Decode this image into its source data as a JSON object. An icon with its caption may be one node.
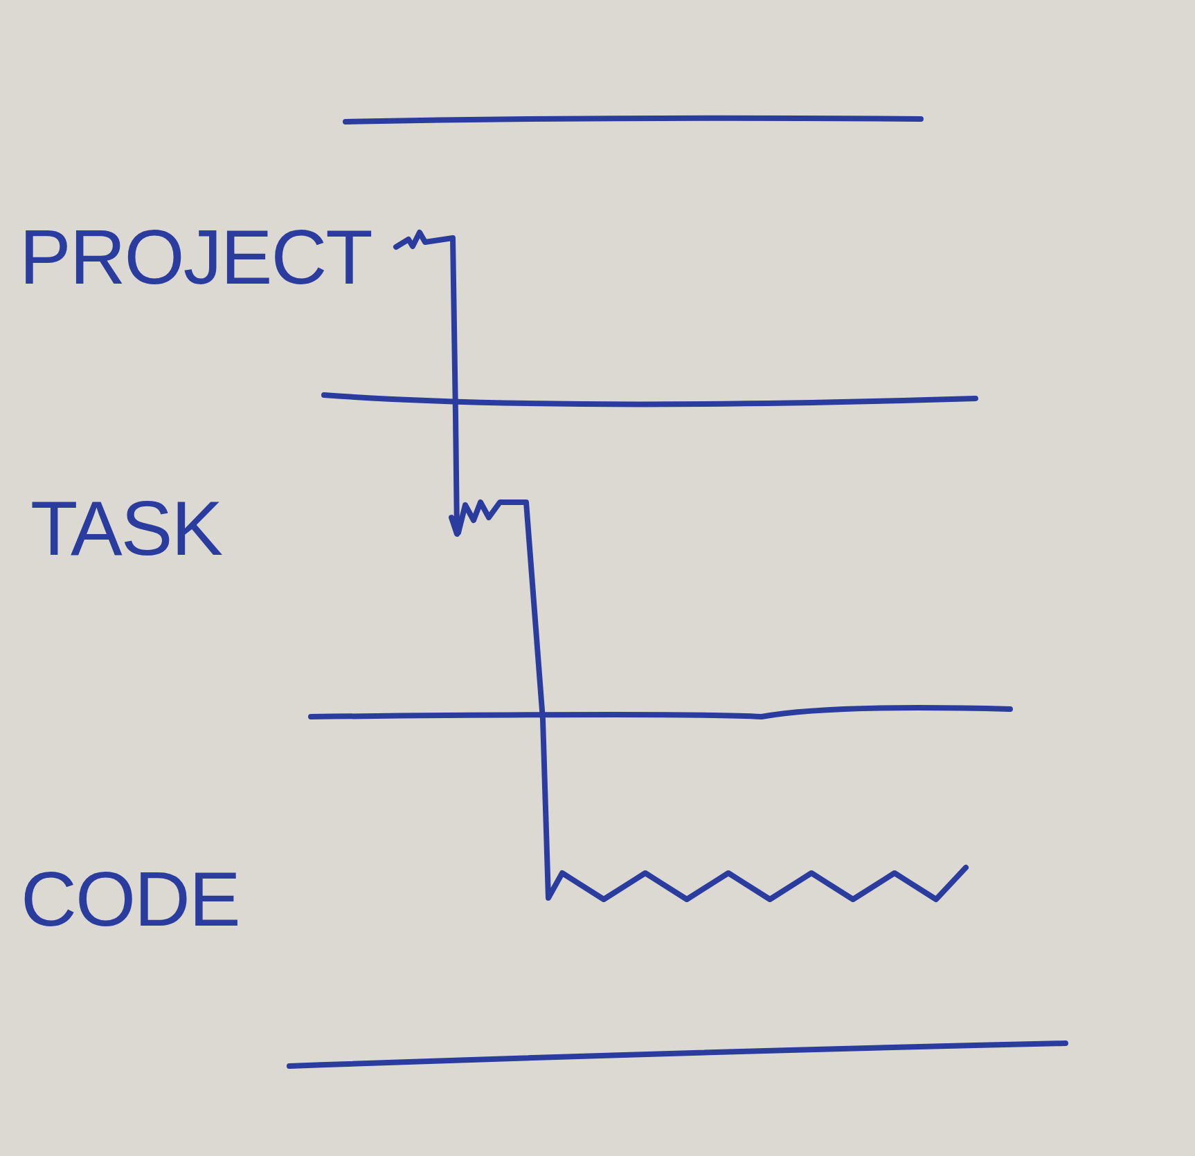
{
  "diagram": {
    "labels": [
      "PROJECT",
      "TASK",
      "CODE"
    ]
  }
}
